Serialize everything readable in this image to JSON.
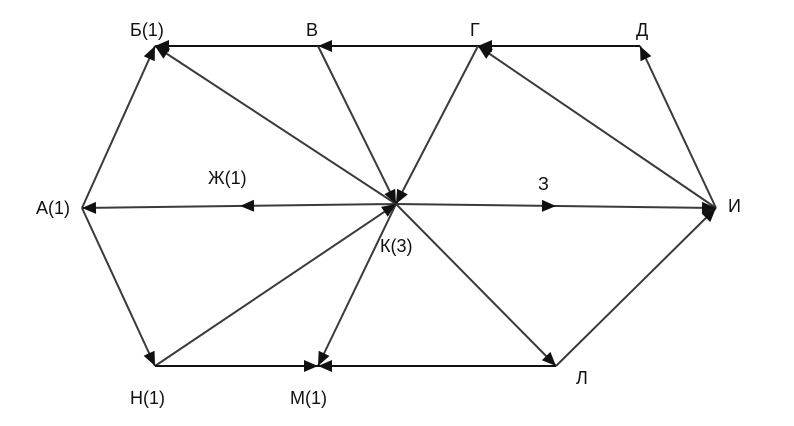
{
  "nodes": {
    "A": {
      "label": "А(1)"
    },
    "B": {
      "label": "Б(1)"
    },
    "V": {
      "label": "В"
    },
    "G": {
      "label": "Г"
    },
    "D": {
      "label": "Д"
    },
    "Zh": {
      "label": "Ж(1)"
    },
    "Z": {
      "label": "З"
    },
    "I": {
      "label": "И"
    },
    "K": {
      "label": "К(3)"
    },
    "L": {
      "label": "Л"
    },
    "M": {
      "label": "М(1)"
    },
    "N": {
      "label": "Н(1)"
    }
  },
  "edges": [
    {
      "from": "A",
      "to": "B"
    },
    {
      "from": "A",
      "to": "N"
    },
    {
      "from": "V",
      "to": "B"
    },
    {
      "from": "G",
      "to": "V"
    },
    {
      "from": "D",
      "to": "G"
    },
    {
      "from": "I",
      "to": "D"
    },
    {
      "from": "I",
      "to": "G"
    },
    {
      "from": "K",
      "to": "B"
    },
    {
      "from": "K",
      "to": "A"
    },
    {
      "from": "K",
      "to": "I"
    },
    {
      "from": "K",
      "to": "L"
    },
    {
      "from": "K",
      "to": "M"
    },
    {
      "from": "V",
      "to": "K"
    },
    {
      "from": "G",
      "to": "K"
    },
    {
      "from": "N",
      "to": "K"
    },
    {
      "from": "N",
      "to": "M"
    },
    {
      "from": "L",
      "to": "M"
    },
    {
      "from": "L",
      "to": "I"
    }
  ],
  "colors": {
    "line": "#3a3a3a",
    "arrow": "#111111",
    "background": "#ffffff"
  }
}
